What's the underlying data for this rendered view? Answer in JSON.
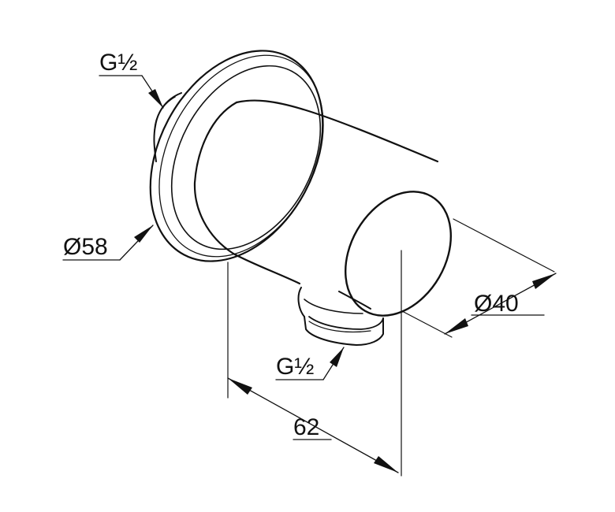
{
  "labels": {
    "thread_top": "G½",
    "flange_diameter": "Ø58",
    "body_diameter": "Ø40",
    "thread_outlet": "G½",
    "projection_length": "62"
  },
  "colors": {
    "line": "#111111",
    "background": "#ffffff"
  }
}
